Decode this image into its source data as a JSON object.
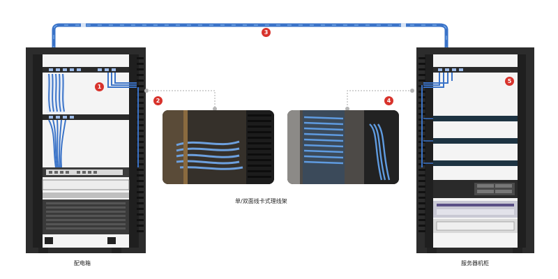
{
  "labels": {
    "left_cabinet": "配电箱",
    "right_cabinet": "服务器机柜",
    "center_caption": "单/双面线卡式理线架"
  },
  "markers": [
    "1",
    "2",
    "3",
    "4",
    "5"
  ],
  "colors": {
    "cable": "#3a73c8",
    "rack_frame": "#2a2a2a",
    "marker": "#d8332c",
    "connector_line": "#a8a8a8"
  }
}
